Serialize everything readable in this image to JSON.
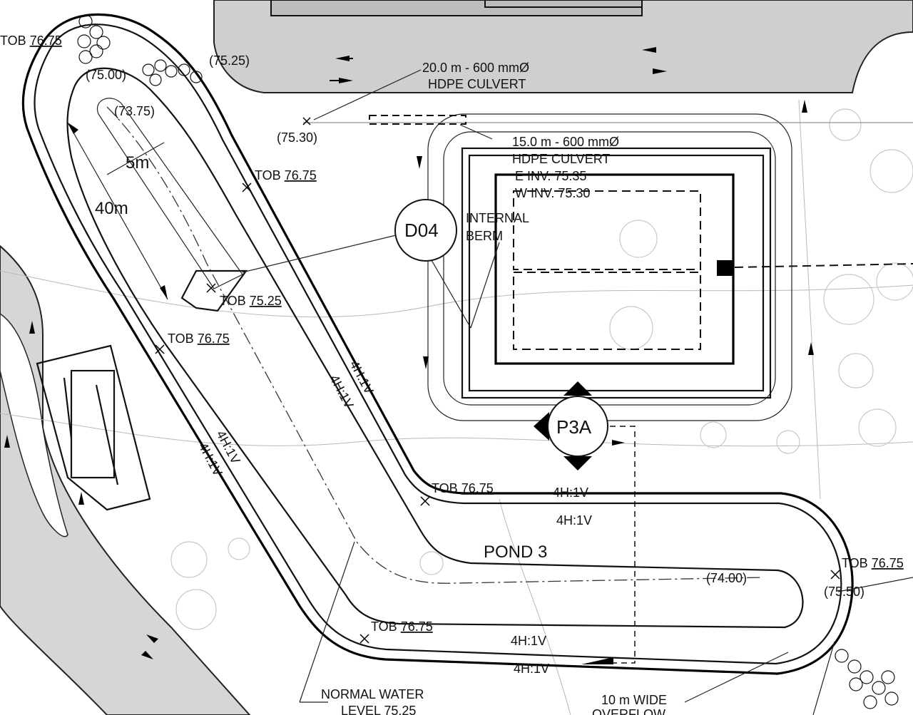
{
  "labels": {
    "tob_top_left": "TOB",
    "tob_top_left_val": "76.75",
    "elev_75_00": "(75.00)",
    "elev_75_25": "(75.25)",
    "elev_73_75": "(73.75)",
    "elev_75_30": "(75.30)",
    "culvert_20_line1": "20.0 m - 600 mmØ",
    "culvert_20_line2": "HDPE CULVERT",
    "culvert_15_line1": "15.0 m - 600 mmØ",
    "culvert_15_line2": "HDPE CULVERT",
    "culvert_15_line3": "E INV. 75.35",
    "culvert_15_line4": "W INV. 75.30",
    "dim_5m": "5m",
    "dim_40m": "40m",
    "tob_1": "TOB",
    "tob_1_val": "76.75",
    "d04": "D04",
    "internal_berm_1": "INTERNAL",
    "internal_berm_2": "BERM",
    "tob_2": "TOB",
    "tob_2_val": "75.25",
    "tob_3": "TOB",
    "tob_3_val": "76.75",
    "slope_a": "4H:1V",
    "slope_b": "4H:1V",
    "slope_c": "4H:1V",
    "slope_d": "4H:1V",
    "p3a": "P3A",
    "tob_4": "TOB",
    "tob_4_val": "76.75",
    "slope_e": "4H:1V",
    "slope_f": "4H:1V",
    "pond": "POND 3",
    "tob_5": "TOB",
    "tob_5_val": "76.75",
    "elev_74_00": "(74.00)",
    "elev_75_50": "(75.50)",
    "tob_6": "TOB",
    "tob_6_val": "76.75",
    "slope_g": "4H:1V",
    "slope_h": "4H:1V",
    "nwl_1": "NORMAL WATER",
    "nwl_2": "LEVEL 75.25",
    "overflow_1": "10 m WIDE",
    "overflow_2": "OVERFLOW"
  }
}
